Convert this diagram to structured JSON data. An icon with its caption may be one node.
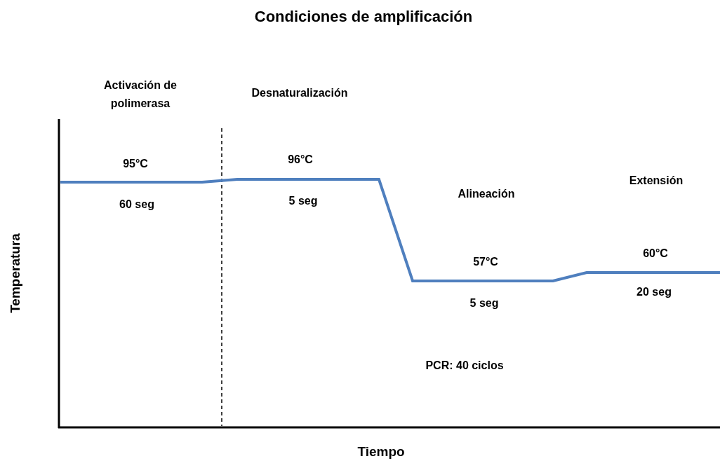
{
  "diagram": {
    "title": "Condiciones de amplificación",
    "labels": [
      "Activación de polimerasa",
      "Desnaturalización",
      "95°C",
      "96°C",
      "60 seg",
      "5 seg",
      "Alineación",
      "Extensión",
      "57°C",
      "60°C",
      "5 seg",
      "20 seg",
      "PCR: 40 ciclos",
      "Temperatura",
      "Tiempo"
    ]
  }
}
